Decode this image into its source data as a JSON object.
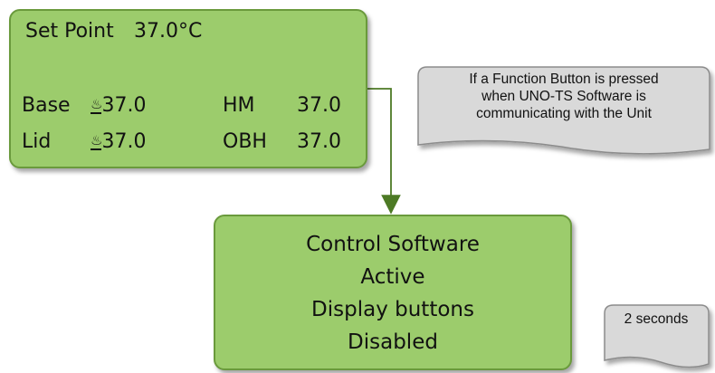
{
  "top_display": {
    "setpoint_label": "Set Point",
    "setpoint_value": "37.0°C",
    "base_label": "Base",
    "base_value": "37.0",
    "hm_label": "HM",
    "hm_value": "37.0",
    "lid_label": "Lid",
    "lid_value": "37.0",
    "obh_label": "OBH",
    "obh_value": "37.0",
    "heat_symbol": "♨"
  },
  "bottom_display": {
    "lines": [
      "Control Software",
      "Active",
      "Display buttons",
      "Disabled"
    ]
  },
  "notes": {
    "condition_lines": [
      "If a Function Button is pressed",
      "when UNO-TS Software is",
      "communicating with the Unit"
    ],
    "duration": "2 seconds"
  },
  "colors": {
    "display_fill": "#9ccc6c",
    "display_border": "#6a9a3c",
    "arrow": "#4d7a25",
    "note_fill": "#d9d9d9",
    "note_border": "#8c8c8c"
  }
}
